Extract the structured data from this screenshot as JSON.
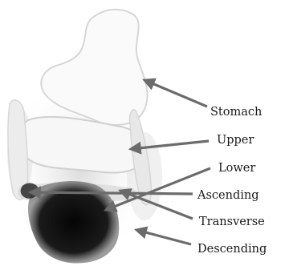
{
  "labels": {
    "stomach": "Stomach",
    "upper": "Upper",
    "lower": "Lower",
    "ascending": "Ascending",
    "transverse": "Transverse",
    "descending": "Descending"
  },
  "colors": {
    "background": "#ffffff",
    "organ_outline": "#d6d6d6",
    "uptake_dark": "#111111",
    "arrow": "#6b6b6b",
    "text": "#1a1a1a"
  }
}
